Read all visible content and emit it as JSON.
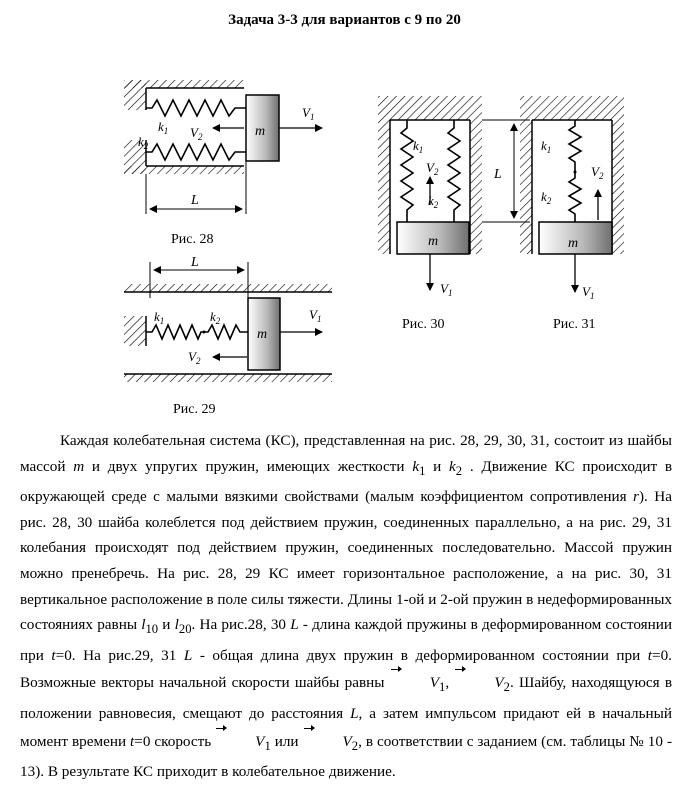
{
  "title": "Задача 3-3 для вариантов с 9 по 20",
  "figures": {
    "f28": {
      "caption": "Рис. 28",
      "m": "m",
      "k1": "k",
      "k1_sub": "1",
      "k2": "k",
      "k2_sub": "2",
      "v1": "V",
      "v1_sub": "1",
      "v2": "V",
      "v2_sub": "2",
      "L": "L"
    },
    "f29": {
      "caption": "Рис. 29",
      "m": "m",
      "k1": "k",
      "k1_sub": "1",
      "k2": "k",
      "k2_sub": "2",
      "v1": "V",
      "v1_sub": "1",
      "v2": "V",
      "v2_sub": "2",
      "L": "L"
    },
    "f30": {
      "caption": "Рис. 30",
      "m": "m",
      "k1": "k",
      "k1_sub": "1",
      "k2": "k",
      "k2_sub": "2",
      "v1": "V",
      "v1_sub": "1",
      "v2": "V",
      "v2_sub": "2",
      "L": "L"
    },
    "f31": {
      "caption": "Рис. 31",
      "m": "m",
      "k1": "k",
      "k1_sub": "1",
      "k2": "k",
      "k2_sub": "2",
      "v1": "V",
      "v1_sub": "1",
      "v2": "V",
      "v2_sub": "2"
    }
  },
  "paragraph": {
    "s01": "Каждая колебательная система (КС), представленная на рис. 28, 29, 30, 31, состоит из шайбы массой ",
    "m": "m",
    "s02": " и двух упругих пружин, имеющих жесткости ",
    "k": "k",
    "sub1": "1",
    "and1": " и ",
    "k_b": "k",
    "sub2": "2",
    "s03": " . Движение КС происходит в окружающей среде с малыми вязкими свойствами (малым коэффициентом сопротивления ",
    "r": "r",
    "s04": "). На рис. 28, 30 шайба колеблется под действием пружин, соединенных параллельно, а на рис. 29, 31 колебания происходят под действием пружин, соединенных последовательно. Массой пружин можно пренебречь. На рис. 28, 29 КС имеет горизонтальное расположение, а на рис. 30, 31 вертикальное расположение в поле силы тяжести. Длины 1-ой и 2-ой пружин в недеформированных состояниях равны ",
    "l": "l",
    "sub10": "10",
    "and2": " и ",
    "l_b": "l",
    "sub20": "20",
    "s05": ". На рис.28, 30 ",
    "L1": "L",
    "s06": " - длина каждой пружины в деформированном состоянии при ",
    "t1": "t",
    "s07": "=0. На рис.29, 31 ",
    "L2": "L",
    "s08": " - общая длина двух пружин в деформированном состоянии при ",
    "t2": "t",
    "s09": "=0. Возможные векторы начальной скорости шайбы равны ",
    "V": "V",
    "vsub1": "1",
    "comma": ", ",
    "V_b": "V",
    "vsub2": "2",
    "s10": ". Шайбу, находящуюся в положении равновесия, смещают до расстояния ",
    "L3": "L",
    "s11": ", а затем импульсом придают ей в начальный момент времени ",
    "t3": "t",
    "s12": "=0 скорость ",
    "V_c": "V",
    "vsub1b": "1",
    "or": " или ",
    "V_d": "V",
    "vsub2b": "2",
    "s13": ", в соответствии с заданием (см. таблицы № 10 - 13). В результате КС приходит в колебательное движение."
  }
}
